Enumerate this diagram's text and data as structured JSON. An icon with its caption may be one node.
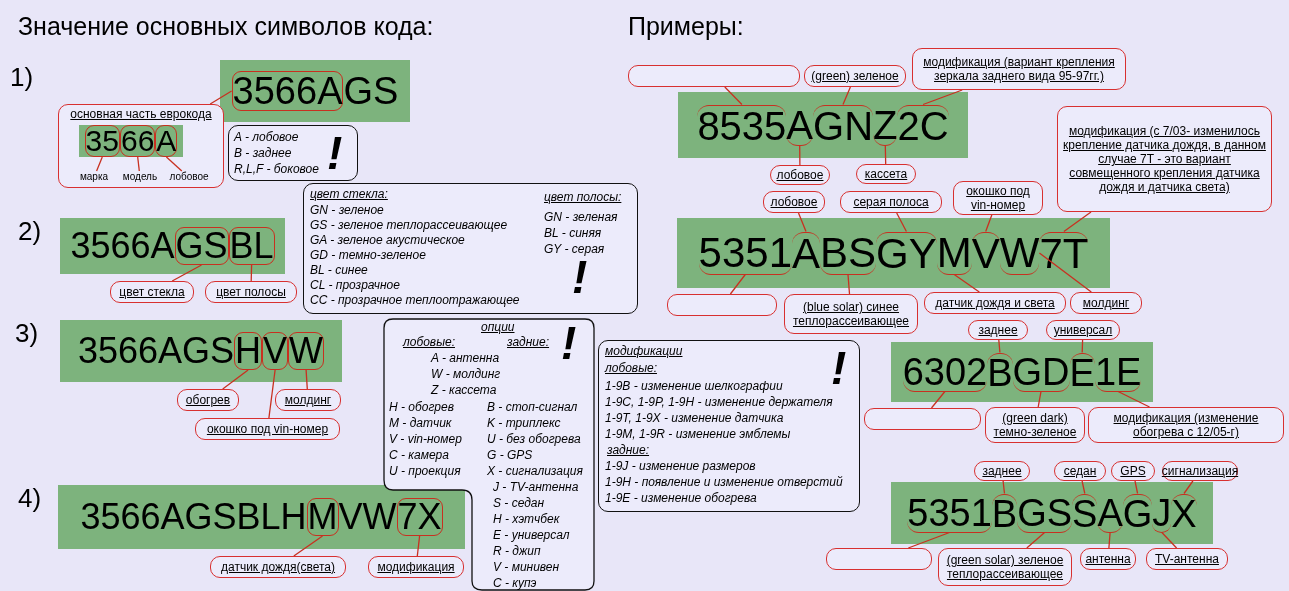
{
  "diagram": {
    "title": "Значение основных символов кода:",
    "nodes": [
      {
        "text": [
          "3566AGS"
        ]
      },
      {
        "text": [
          "основная часть еврокода"
        ]
      },
      {
        "text": [
          "3566A"
        ],
        "in": 1
      },
      {
        "text": [
          "марка"
        ],
        "in": 1
      },
      {
        "text": [
          "модель"
        ],
        "in": 1
      },
      {
        "text": [
          "лобовое"
        ],
        "in": 1
      },
      {
        "text": [
          "A - лобовое",
          "B - заднее",
          "R,L,F - боковое",
          "!"
        ]
      },
      {
        "text": [
          "3566AGSBL"
        ]
      },
      {
        "text": [
          "цвет стекла"
        ]
      },
      {
        "text": [
          "цвет полосы"
        ]
      },
      {
        "text": [
          "цвет стекла:",
          "GN - зеленое",
          "GS - зеленое теплорассеивающее",
          "GA - зеленое акустическое",
          "GD - темно-зеленое",
          "BL - синее",
          "CL - прозрачное",
          "CC - прозрачное теплоотражающее",
          "цвет полосы:",
          "GN - зеленая",
          "BL - синяя",
          "GY - серая",
          "!"
        ]
      },
      {
        "text": [
          "3566AGSHVW"
        ]
      },
      {
        "text": [
          "обогрев"
        ]
      },
      {
        "text": [
          "окошко под vin-номер"
        ]
      },
      {
        "text": [
          "молдинг"
        ]
      },
      {
        "text": [
          "опции",
          "лобовые:",
          "задние:",
          "A - антенна",
          "W - молдинг",
          "Z - кассета",
          "H - обогрев",
          "B - стоп-сигнал",
          "M - датчик",
          "K - триплекс",
          "V - vin-номер",
          "U - без обогрева",
          "C - камера",
          "G - GPS",
          "U - проекция",
          "X - сигнализация",
          "J - TV-антенна",
          "S - седан",
          "H - хэтчбек",
          "E - универсал",
          "R - джип",
          "V - минивен",
          "C - купэ",
          "!"
        ]
      },
      {
        "text": [
          "3566AGSBLHMVW7X"
        ]
      },
      {
        "text": [
          "датчик дождя(света)"
        ]
      },
      {
        "text": [
          "модификация"
        ]
      },
      {
        "text": [
          "модификации",
          "лобовые:",
          "1-9B - изменение шелкографии",
          "1-9C, 1-9P, 1-9H - изменение держателя",
          "1-9T, 1-9X - изменение датчика",
          "1-9M, 1-9R - изменение эмблемы",
          "задние:",
          "1-9J - изменение размеров",
          "1-9H - появление и изменение отверстий",
          "1-9E - изменение обогрева",
          "!"
        ]
      },
      {
        "text": [
          "8535AGNZ2C"
        ]
      },
      {
        "text": [],
        "shape": "box"
      },
      {
        "text": [
          "(green) зеленое"
        ]
      },
      {
        "text": [
          "модификация (вариант крепления зеркала заднего вида 95-97гг.)"
        ]
      },
      {
        "text": [
          "лобовое"
        ]
      },
      {
        "text": [
          "кассета"
        ]
      },
      {
        "text": [
          "модификация (с 7/03- изменилось крепление датчика дождя, в данном случае 7T - это вариант совмещенного крепления датчика дождя и датчика света)"
        ]
      },
      {
        "text": [
          "5351ABSGYMVW7T"
        ]
      },
      {
        "text": [
          "лобовое"
        ]
      },
      {
        "text": [
          "серая полоса"
        ]
      },
      {
        "text": [
          "окошко под vin-номер"
        ]
      },
      {
        "text": [],
        "shape": "box"
      },
      {
        "text": [
          "(blue solar) синее теплорассеивающее"
        ]
      },
      {
        "text": [
          "датчик дождя и света"
        ]
      },
      {
        "text": [
          "молдинг"
        ]
      },
      {
        "text": [
          "6302BGDE1E"
        ]
      },
      {
        "text": [
          "заднее"
        ]
      },
      {
        "text": [
          "универсал"
        ]
      },
      {
        "text": [],
        "shape": "box"
      },
      {
        "text": [
          "(green dark) темно-зеленое"
        ]
      },
      {
        "text": [
          "модификация (изменение обогрева с 12/05-г)"
        ]
      },
      {
        "text": [
          "5351BGSSAGJX"
        ]
      },
      {
        "text": [
          "заднее"
        ]
      },
      {
        "text": [
          "седан"
        ]
      },
      {
        "text": [
          "GPS"
        ]
      },
      {
        "text": [
          "сигнализация"
        ]
      },
      {
        "text": [],
        "shape": "box"
      },
      {
        "text": [
          "(green solar) зеленое теплорассеивающее"
        ]
      },
      {
        "text": [
          "антенна"
        ]
      },
      {
        "text": [
          "TV-антенна"
        ]
      }
    ],
    "edges": [
      {
        "from": 1,
        "to": 0,
        "arrow": "none"
      },
      {
        "from": 3,
        "to": 2,
        "arrow": "none"
      },
      {
        "from": 4,
        "to": 2,
        "arrow": "none"
      },
      {
        "from": 5,
        "to": 2,
        "arrow": "none"
      },
      {
        "from": 8,
        "to": 7,
        "arrow": "none"
      },
      {
        "from": 9,
        "to": 7,
        "arrow": "none"
      },
      {
        "from": 12,
        "to": 11,
        "arrow": "none"
      },
      {
        "from": 13,
        "to": 11,
        "arrow": "none"
      },
      {
        "from": 14,
        "to": 11,
        "arrow": "none"
      },
      {
        "from": 17,
        "to": 16,
        "arrow": "none"
      },
      {
        "from": 18,
        "to": 16,
        "arrow": "none"
      },
      {
        "from": 21,
        "to": 20,
        "arrow": "none"
      },
      {
        "from": 22,
        "to": 20,
        "arrow": "none"
      },
      {
        "from": 23,
        "to": 20,
        "arrow": "none"
      },
      {
        "from": 24,
        "to": 20,
        "arrow": "none"
      },
      {
        "from": 25,
        "to": 20,
        "arrow": "none"
      },
      {
        "from": 26,
        "to": 27,
        "arrow": "none"
      },
      {
        "from": 28,
        "to": 27,
        "arrow": "none"
      },
      {
        "from": 29,
        "to": 27,
        "arrow": "none"
      },
      {
        "from": 30,
        "to": 27,
        "arrow": "none"
      },
      {
        "from": 31,
        "to": 27,
        "arrow": "none"
      },
      {
        "from": 32,
        "to": 27,
        "arrow": "none"
      },
      {
        "from": 33,
        "to": 27,
        "arrow": "none"
      },
      {
        "from": 34,
        "to": 27,
        "arrow": "none"
      },
      {
        "from": 36,
        "to": 35,
        "arrow": "none"
      },
      {
        "from": 37,
        "to": 35,
        "arrow": "none"
      },
      {
        "from": 38,
        "to": 35,
        "arrow": "none"
      },
      {
        "from": 39,
        "to": 35,
        "arrow": "none"
      },
      {
        "from": 40,
        "to": 35,
        "arrow": "none"
      },
      {
        "from": 42,
        "to": 41,
        "arrow": "none"
      },
      {
        "from": 43,
        "to": 41,
        "arrow": "none"
      },
      {
        "from": 44,
        "to": 41,
        "arrow": "none"
      },
      {
        "from": 45,
        "to": 41,
        "arrow": "none"
      },
      {
        "from": 46,
        "to": 41,
        "arrow": "none"
      },
      {
        "from": 47,
        "to": 41,
        "arrow": "none"
      },
      {
        "from": 48,
        "to": 41,
        "arrow": "none"
      },
      {
        "from": 49,
        "to": 41,
        "arrow": "none"
      }
    ],
    "labels": [
      "Примеры:",
      "1)",
      "2)",
      "3)",
      "4)"
    ]
  }
}
